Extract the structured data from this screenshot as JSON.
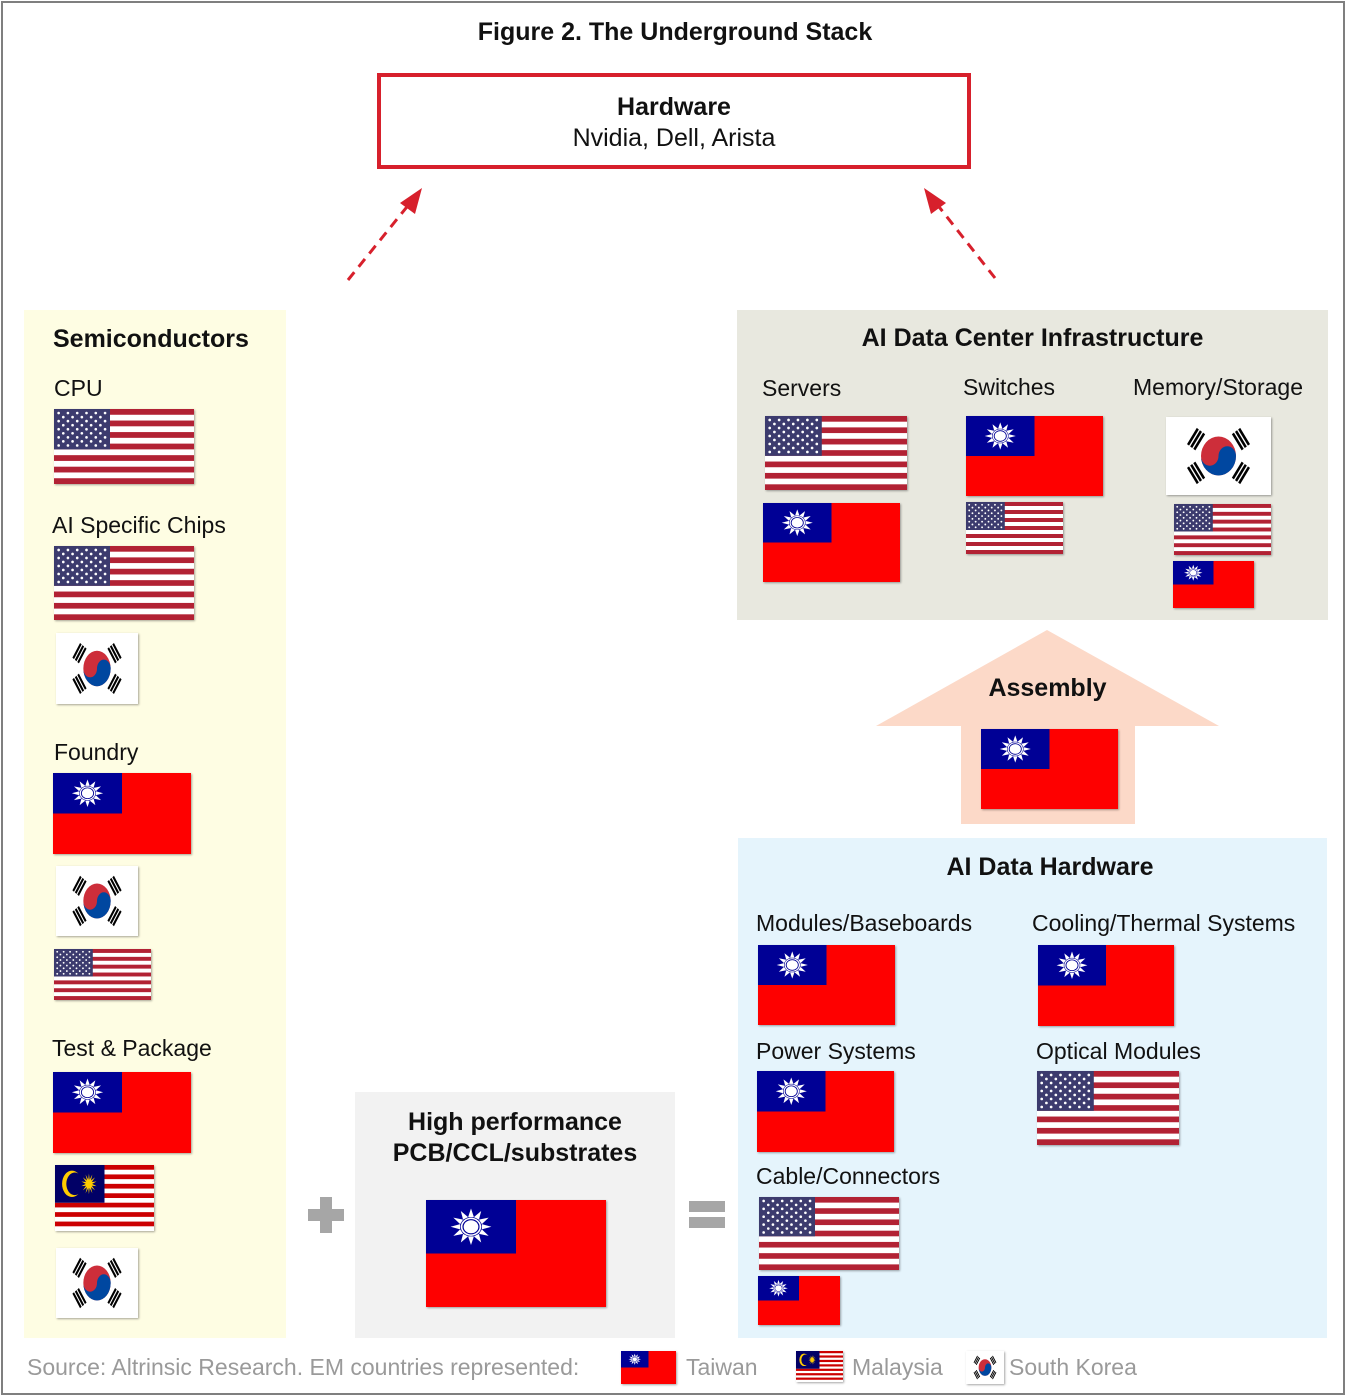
{
  "title": "Figure 2. The Underground Stack",
  "hardware": {
    "heading": "Hardware",
    "companies": "Nvidia,  Dell,  Arista"
  },
  "semiconductors": {
    "heading": "Semiconductors",
    "categories": [
      {
        "label": "CPU",
        "flags": [
          "us"
        ]
      },
      {
        "label": "AI Specific Chips",
        "flags": [
          "us",
          "kr"
        ]
      },
      {
        "label": "Foundry",
        "flags": [
          "tw",
          "kr",
          "us"
        ]
      },
      {
        "label": "Test & Package",
        "flags": [
          "tw",
          "my",
          "kr"
        ]
      }
    ]
  },
  "datacenter": {
    "heading": "AI Data Center Infrastructure",
    "categories": [
      {
        "label": "Servers",
        "flags": [
          "us",
          "tw"
        ]
      },
      {
        "label": "Switches",
        "flags": [
          "tw",
          "us"
        ]
      },
      {
        "label": "Memory/Storage",
        "flags": [
          "kr",
          "us",
          "tw"
        ]
      }
    ]
  },
  "assembly": {
    "label": "Assembly",
    "flags": [
      "tw"
    ]
  },
  "hardware_detail": {
    "heading": "AI Data Hardware",
    "categories": [
      {
        "label": "Modules/Baseboards",
        "flags": [
          "tw"
        ]
      },
      {
        "label": "Cooling/Thermal Systems",
        "flags": [
          "tw"
        ]
      },
      {
        "label": "Power Systems",
        "flags": [
          "tw"
        ]
      },
      {
        "label": "Optical Modules",
        "flags": [
          "us"
        ]
      },
      {
        "label": "Cable/Connectors",
        "flags": [
          "us",
          "tw"
        ]
      }
    ]
  },
  "pcb": {
    "heading_line1": "High performance",
    "heading_line2": "PCB/CCL/substrates",
    "flags": [
      "tw"
    ]
  },
  "operators": {
    "plus": "+",
    "equals": "="
  },
  "footer": {
    "source": "Source: Altrinsic Research.  EM countries represented:",
    "legend": [
      {
        "flag": "tw",
        "label": "Taiwan"
      },
      {
        "flag": "my",
        "label": "Malaysia"
      },
      {
        "flag": "kr",
        "label": "South Korea"
      }
    ]
  },
  "colors": {
    "accent_red": "#d7202c",
    "arrow_peach": "#fcd9c8",
    "semis_panel": "#fefde3",
    "infra_panel": "#e8e8df",
    "hw_panel": "#e5f4fc",
    "pcb_panel": "#f2f2f2"
  }
}
